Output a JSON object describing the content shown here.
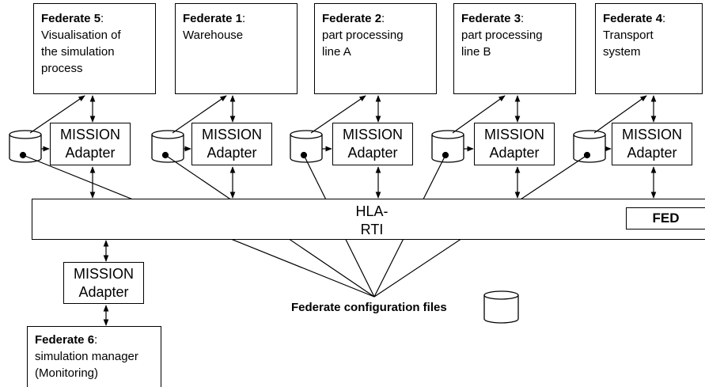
{
  "federates": [
    {
      "id": "Federate 5",
      "desc": [
        "Visualisation of",
        "the simulation",
        "process"
      ]
    },
    {
      "id": "Federate 1",
      "desc": [
        "Warehouse"
      ]
    },
    {
      "id": "Federate 2",
      "desc": [
        "part processing",
        "line A"
      ]
    },
    {
      "id": "Federate 3",
      "desc": [
        "part processing",
        "line B"
      ]
    },
    {
      "id": "Federate 4",
      "desc": [
        "Transport",
        "system"
      ]
    }
  ],
  "monitor": {
    "id": "Federate 6",
    "desc": [
      "simulation manager",
      "(Monitoring)"
    ]
  },
  "adapter": {
    "line1": "MISSION",
    "line2": "Adapter"
  },
  "rti": {
    "line1": "HLA-",
    "line2": "RTI"
  },
  "fed_file": "FED",
  "config_label": "Federate configuration files",
  "colon": ":"
}
